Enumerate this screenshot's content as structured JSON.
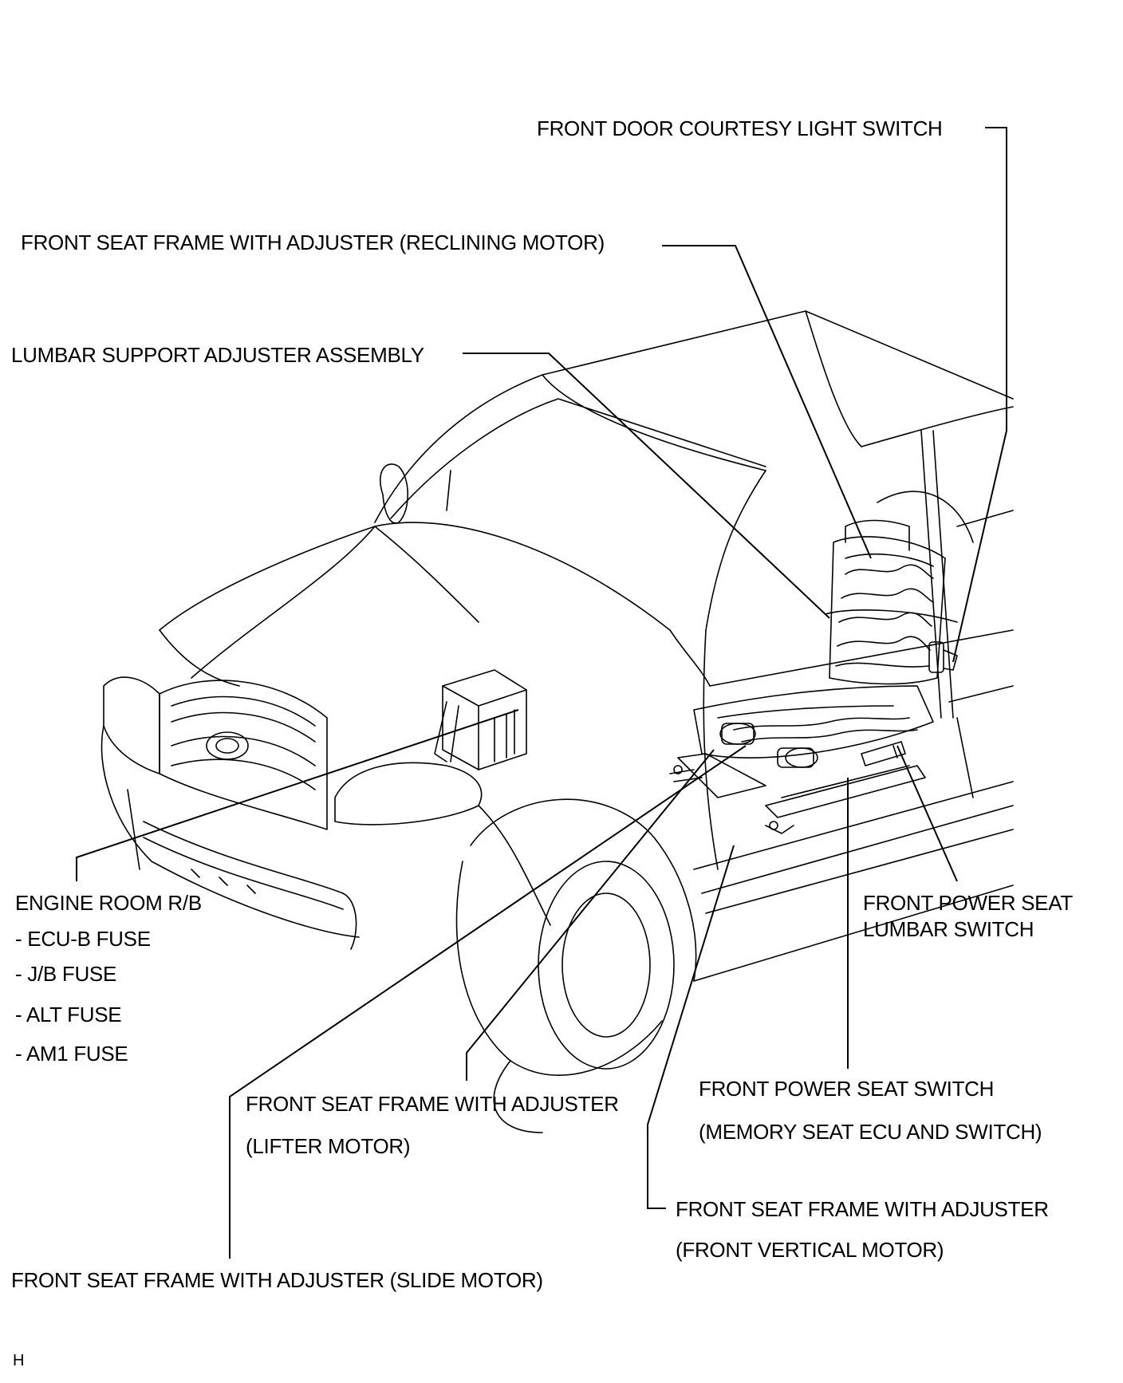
{
  "labels": {
    "door_courtesy": "FRONT DOOR COURTESY LIGHT SWITCH",
    "reclining": "FRONT SEAT FRAME WITH ADJUSTER (RECLINING MOTOR)",
    "lumbar_adjuster": "LUMBAR SUPPORT ADJUSTER ASSEMBLY",
    "engine_room": "ENGINE ROOM R/B",
    "fuses": [
      "- ECU-B FUSE",
      "- J/B FUSE",
      "- ALT FUSE",
      "- AM1 FUSE"
    ],
    "lumbar_switch_line1": "FRONT POWER SEAT",
    "lumbar_switch_line2": "LUMBAR SWITCH",
    "power_seat_switch_line1": "FRONT POWER SEAT SWITCH",
    "power_seat_switch_line2": "(MEMORY SEAT ECU AND SWITCH)",
    "lifter_line1": "FRONT SEAT FRAME WITH ADJUSTER",
    "lifter_line2": "(LIFTER MOTOR)",
    "vertical_line1": "FRONT SEAT FRAME WITH ADJUSTER",
    "vertical_line2": "(FRONT VERTICAL MOTOR)",
    "slide": "FRONT SEAT FRAME WITH ADJUSTER  (SLIDE MOTOR)",
    "corner_mark": "H"
  }
}
